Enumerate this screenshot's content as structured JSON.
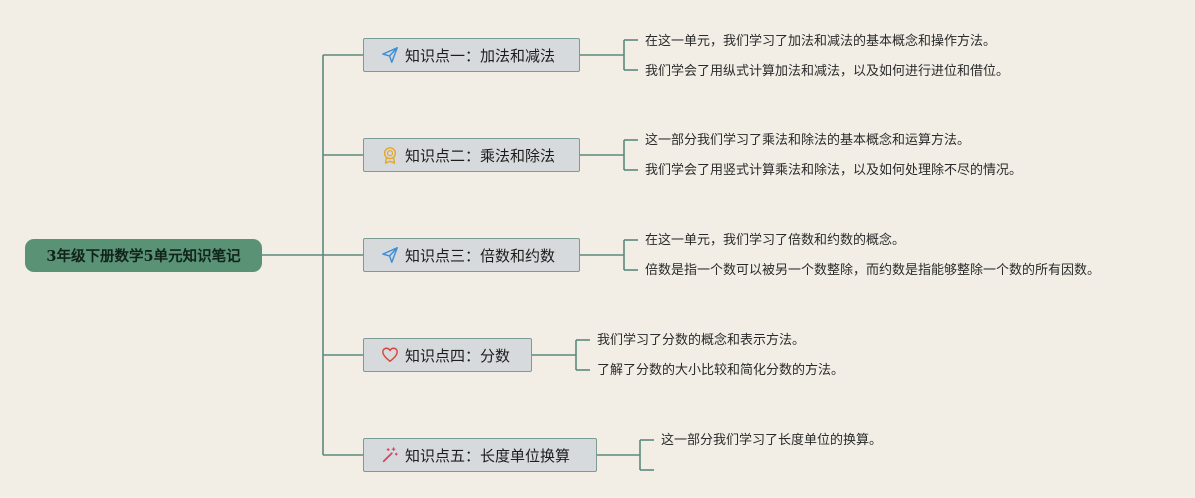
{
  "root": {
    "title": "3年级下册数学5单元知识笔记"
  },
  "topics": [
    {
      "label": "知识点一：加法和减法",
      "icon": "paper-plane-icon",
      "icon_color": "#3d8ed6",
      "notes": [
        "在这一单元，我们学习了加法和减法的基本概念和操作方法。",
        "我们学会了用纵式计算加法和减法，以及如何进行进位和借位。"
      ]
    },
    {
      "label": "知识点二：乘法和除法",
      "icon": "award-ribbon-icon",
      "icon_color": "#e3a832",
      "notes": [
        "这一部分我们学习了乘法和除法的基本概念和运算方法。",
        "我们学会了用竖式计算乘法和除法，以及如何处理除不尽的情况。"
      ]
    },
    {
      "label": "知识点三：倍数和约数",
      "icon": "paper-plane-icon",
      "icon_color": "#3d8ed6",
      "notes": [
        "在这一单元，我们学习了倍数和约数的概念。",
        "倍数是指一个数可以被另一个数整除，而约数是指能够整除一个数的所有因数。"
      ]
    },
    {
      "label": "知识点四：分数",
      "icon": "heart-icon",
      "icon_color": "#d9443a",
      "notes": [
        "我们学习了分数的概念和表示方法。",
        "了解了分数的大小比较和简化分数的方法。"
      ]
    },
    {
      "label": "知识点五：长度单位换算",
      "icon": "magic-wand-icon",
      "icon_color": "#d9436a",
      "notes": [
        "这一部分我们学习了长度单位的换算。"
      ]
    }
  ],
  "colors": {
    "background": "#f2eee6",
    "root_fill": "#5a9276",
    "connector": "#5a8a7c",
    "topic_fill": "#d7dadc",
    "topic_border": "#7a9c94"
  }
}
